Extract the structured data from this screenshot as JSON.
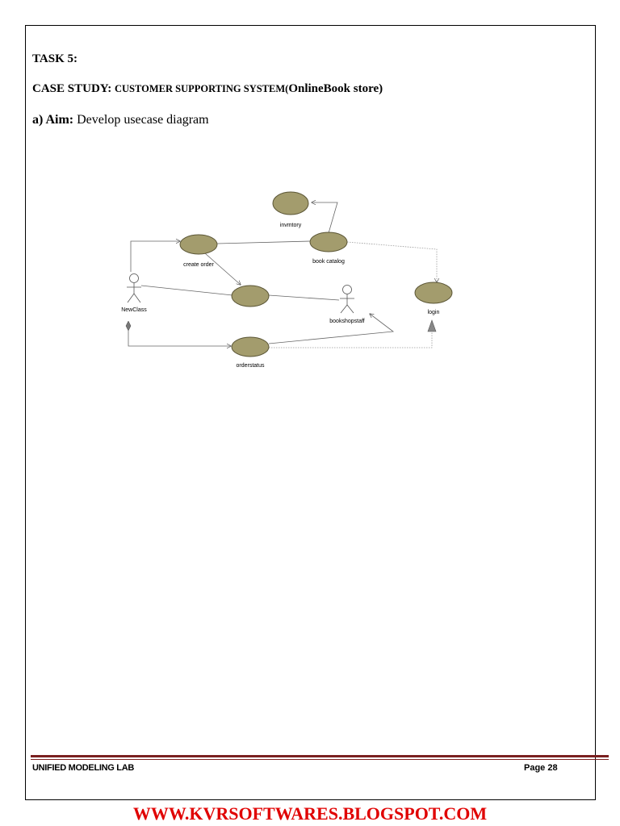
{
  "document": {
    "task": "TASK 5:",
    "case_study_label": "CASE STUDY:",
    "case_study_title_small": "CUSTOMER SUPPORTING SYSTEM(",
    "case_study_title_big": "OnlineBook store)",
    "aim_label": "a) Aim:",
    "aim_text": "Develop usecase diagram"
  },
  "diagram": {
    "usecases": {
      "invmtory": "invmtory",
      "create_order": "create order",
      "book_catalog": "book catalog",
      "login": "login",
      "orderstatus": "orderstatus"
    },
    "actors": {
      "customer": "NewClass",
      "staff": "bookshopstaff"
    },
    "colors": {
      "usecase_fill": "#a39c6d",
      "usecase_stroke": "#5a5535",
      "line": "#555555"
    }
  },
  "footer": {
    "left": "UNIFIED MODELING LAB",
    "right": "Page 28"
  },
  "watermark": "WWW.KVRSOFTWARES.BLOGSPOT.COM"
}
